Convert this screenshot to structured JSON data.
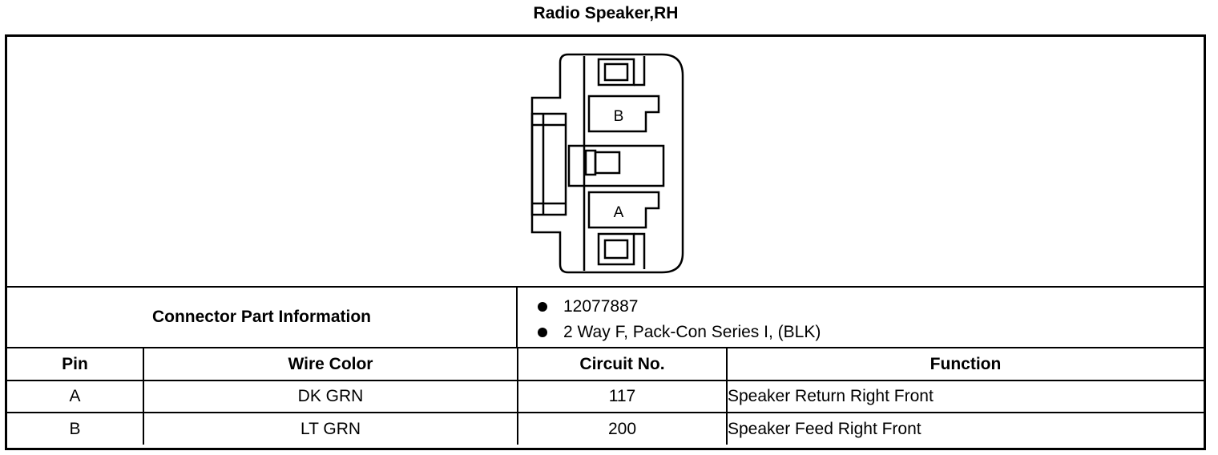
{
  "title": "Radio Speaker,RH",
  "connector": {
    "info_label": "Connector Part Information",
    "info_items": [
      "12077887",
      "2 Way F, Pack-Con Series I, (BLK)"
    ],
    "cavity_labels": [
      "B",
      "A"
    ]
  },
  "table": {
    "headers": [
      "Pin",
      "Wire Color",
      "Circuit No.",
      "Function"
    ],
    "rows": [
      [
        "A",
        "DK GRN",
        "117",
        "Speaker Return Right Front"
      ],
      [
        "B",
        "LT GRN",
        "200",
        "Speaker Feed Right Front"
      ]
    ]
  }
}
